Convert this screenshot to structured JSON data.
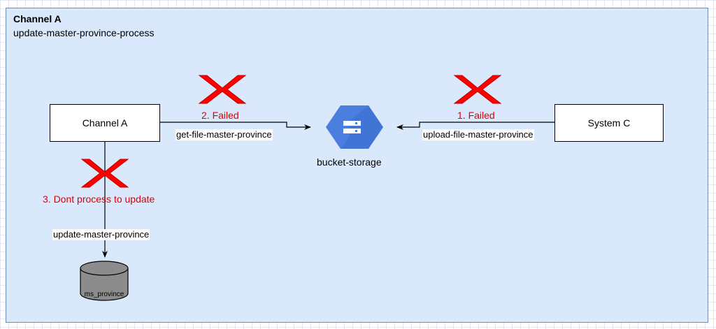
{
  "container": {
    "title": "Channel A",
    "subtitle": "update-master-province-process"
  },
  "nodes": {
    "channel_a": "Channel A",
    "system_c": "System C",
    "bucket": "bucket-storage",
    "database": "ms_province"
  },
  "edges": {
    "get_file": "get-file-master-province",
    "upload_file": "upload-file-master-province",
    "update": "update-master-province"
  },
  "failures": {
    "step1": "1. Failed",
    "step2": "2. Failed",
    "step3": "3. Dont process to update"
  },
  "colors": {
    "container_fill": "#dae8fc",
    "container_border": "#6c8ebf",
    "failure_text": "#e00000",
    "failure_mark": "#ff0000",
    "bucket_icon": "#4a7fe0",
    "database_fill": "#8c8c8c"
  }
}
